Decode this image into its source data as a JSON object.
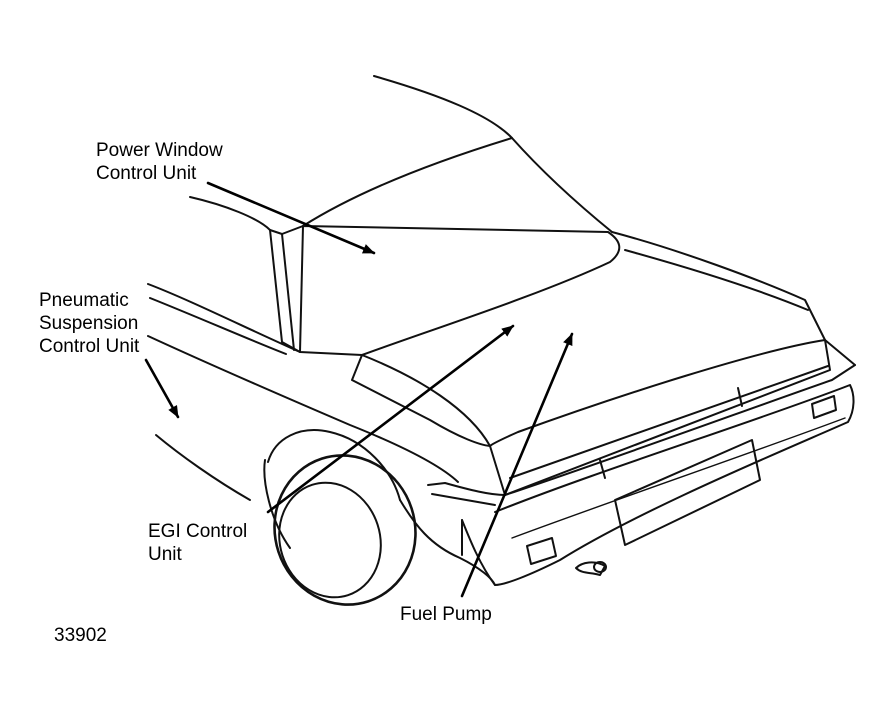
{
  "labels": {
    "power_window": [
      "Power Window",
      "Control Unit"
    ],
    "pneumatic": [
      "Pneumatic",
      "Suspension",
      "Control Unit"
    ],
    "egi": [
      "EGI Control",
      "Unit"
    ],
    "fuel_pump": "Fuel Pump",
    "figure_number": "33902"
  }
}
